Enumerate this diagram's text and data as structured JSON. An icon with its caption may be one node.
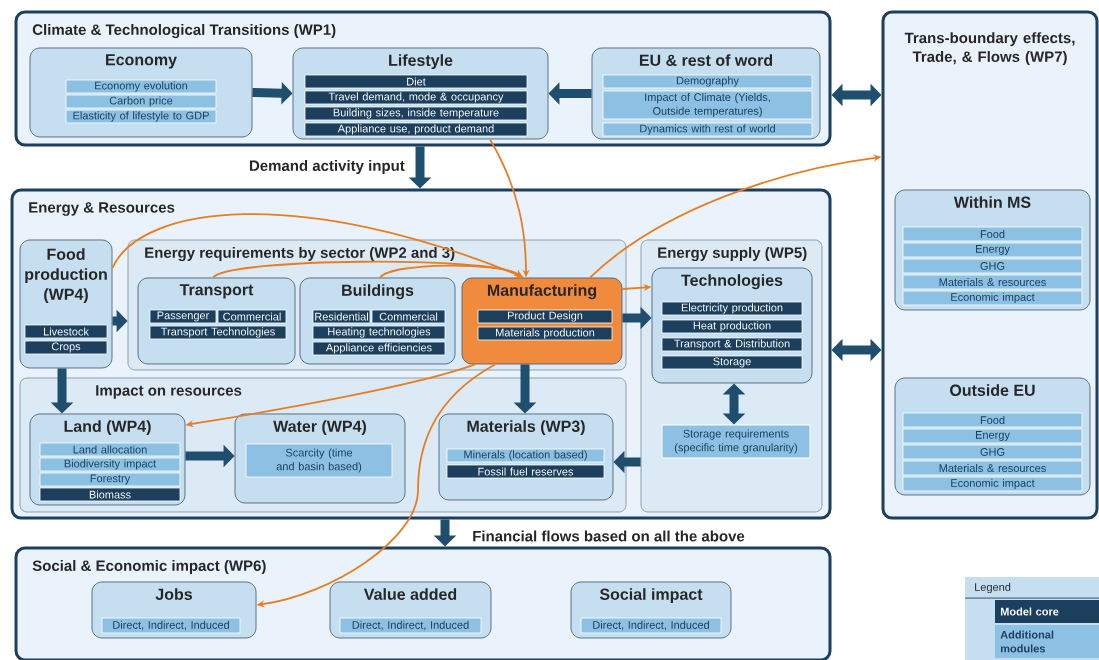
{
  "diagram": {
    "nodes": [
      {
        "text": [
          "Climate & Technological Transitions (WP1)"
        ]
      },
      {
        "text": [
          "Economy",
          "Economy evolution",
          "Carbon price",
          "Elasticity of lifestyle to GDP"
        ],
        "in": 0
      },
      {
        "text": [
          "Lifestyle",
          "Diet",
          "Travel demand, mode & occupancy",
          "Building sizes, inside temperature",
          "Appliance use, product demand"
        ],
        "in": 0
      },
      {
        "text": [
          "EU & rest of word",
          "Demography",
          "Impact of Climate (Yields, Outside temperatures)",
          "Dynamics with rest of world"
        ],
        "in": 0
      },
      {
        "text": [
          "Trans-boundary effects, Trade, & Flows (WP7)"
        ]
      },
      {
        "text": [
          "Within MS",
          "Food",
          "Energy",
          "GHG",
          "Materials & resources",
          "Economic impact"
        ],
        "in": 4
      },
      {
        "text": [
          "Outside EU",
          "Food",
          "Energy",
          "GHG",
          "Materials & resources",
          "Economic impact"
        ],
        "in": 4
      },
      {
        "text": [
          "Energy & Resources"
        ]
      },
      {
        "text": [
          "Food production (WP4)",
          "Livestock",
          "Crops"
        ],
        "in": 7
      },
      {
        "text": [
          "Energy requirements by sector (WP2 and 3)"
        ],
        "in": 7
      },
      {
        "text": [
          "Transport",
          "Passenger",
          "Commercial",
          "Transport Technologies"
        ],
        "in": 9
      },
      {
        "text": [
          "Buildings",
          "Residential",
          "Commercial",
          "Heating technologies",
          "Appliance efficiencies"
        ],
        "in": 9
      },
      {
        "text": [
          "Manufacturing",
          "Product Design",
          "Materials production"
        ],
        "in": 9
      },
      {
        "text": [
          "Energy supply (WP5)"
        ],
        "in": 7
      },
      {
        "text": [
          "Technologies",
          "Electricity production",
          "Heat production",
          "Transport & Distribution",
          "Storage"
        ],
        "in": 13
      },
      {
        "text": [
          "Storage requirements (specific time granularity)"
        ],
        "in": 13
      },
      {
        "text": [
          "Impact on resources"
        ],
        "in": 7
      },
      {
        "text": [
          "Land (WP4)",
          "Land allocation",
          "Biodiversity impact",
          "Forestry",
          "Biomass"
        ],
        "in": 16
      },
      {
        "text": [
          "Water (WP4)",
          "Scarcity (time and basin based)"
        ],
        "in": 16
      },
      {
        "text": [
          "Materials (WP3)",
          "Minerals (location based)",
          "Fossil fuel reserves"
        ],
        "in": 16
      },
      {
        "text": [
          "Social & Economic impact (WP6)"
        ]
      },
      {
        "text": [
          "Jobs",
          "Direct, Indirect, Induced"
        ],
        "in": 20
      },
      {
        "text": [
          "Value added",
          "Direct, Indirect, Induced"
        ],
        "in": 20
      },
      {
        "text": [
          "Social impact",
          "Direct, Indirect, Induced"
        ],
        "in": 20
      }
    ],
    "edges": [
      {
        "from": 1,
        "to": 2,
        "arrow": "to"
      },
      {
        "from": 3,
        "to": 2,
        "arrow": "to"
      },
      {
        "from": 0,
        "to": 4,
        "arrow": "both"
      },
      {
        "from": 0,
        "to": 7,
        "arrow": "to",
        "label": "Demand activity input"
      },
      {
        "from": 8,
        "to": 9,
        "arrow": "to"
      },
      {
        "from": 8,
        "to": 17,
        "arrow": "to"
      },
      {
        "from": 12,
        "to": 19,
        "arrow": "to"
      },
      {
        "from": 17,
        "to": 18,
        "arrow": "to"
      },
      {
        "from": 12,
        "to": 14,
        "arrow": "to"
      },
      {
        "from": 13,
        "to": 19,
        "arrow": "to"
      },
      {
        "from": 14,
        "to": 15,
        "arrow": "both"
      },
      {
        "from": 7,
        "to": 4,
        "arrow": "both"
      },
      {
        "from": 7,
        "to": 20,
        "arrow": "to",
        "label": "Financial flows based on all the above"
      },
      {
        "from": 2,
        "to": 12,
        "arrow": "to",
        "color": "#e67e22"
      },
      {
        "from": 8,
        "to": 12,
        "arrow": "to",
        "color": "#e67e22"
      },
      {
        "from": 10,
        "to": 12,
        "arrow": "to",
        "color": "#e67e22"
      },
      {
        "from": 11,
        "to": 12,
        "arrow": "to",
        "color": "#e67e22"
      },
      {
        "from": 12,
        "to": 4,
        "arrow": "to",
        "color": "#e67e22"
      },
      {
        "from": 12,
        "to": 14,
        "arrow": "to",
        "color": "#e67e22"
      },
      {
        "from": 12,
        "to": 17,
        "arrow": "to",
        "color": "#e67e22"
      },
      {
        "from": 12,
        "to": 21,
        "arrow": "to",
        "color": "#e67e22"
      }
    ],
    "labels": [
      "Legend"
    ],
    "legend": [
      {
        "text": "Model core",
        "color": "#1b3f5c"
      },
      {
        "text": "Additional modules",
        "color": "#8cc1e3"
      }
    ]
  }
}
